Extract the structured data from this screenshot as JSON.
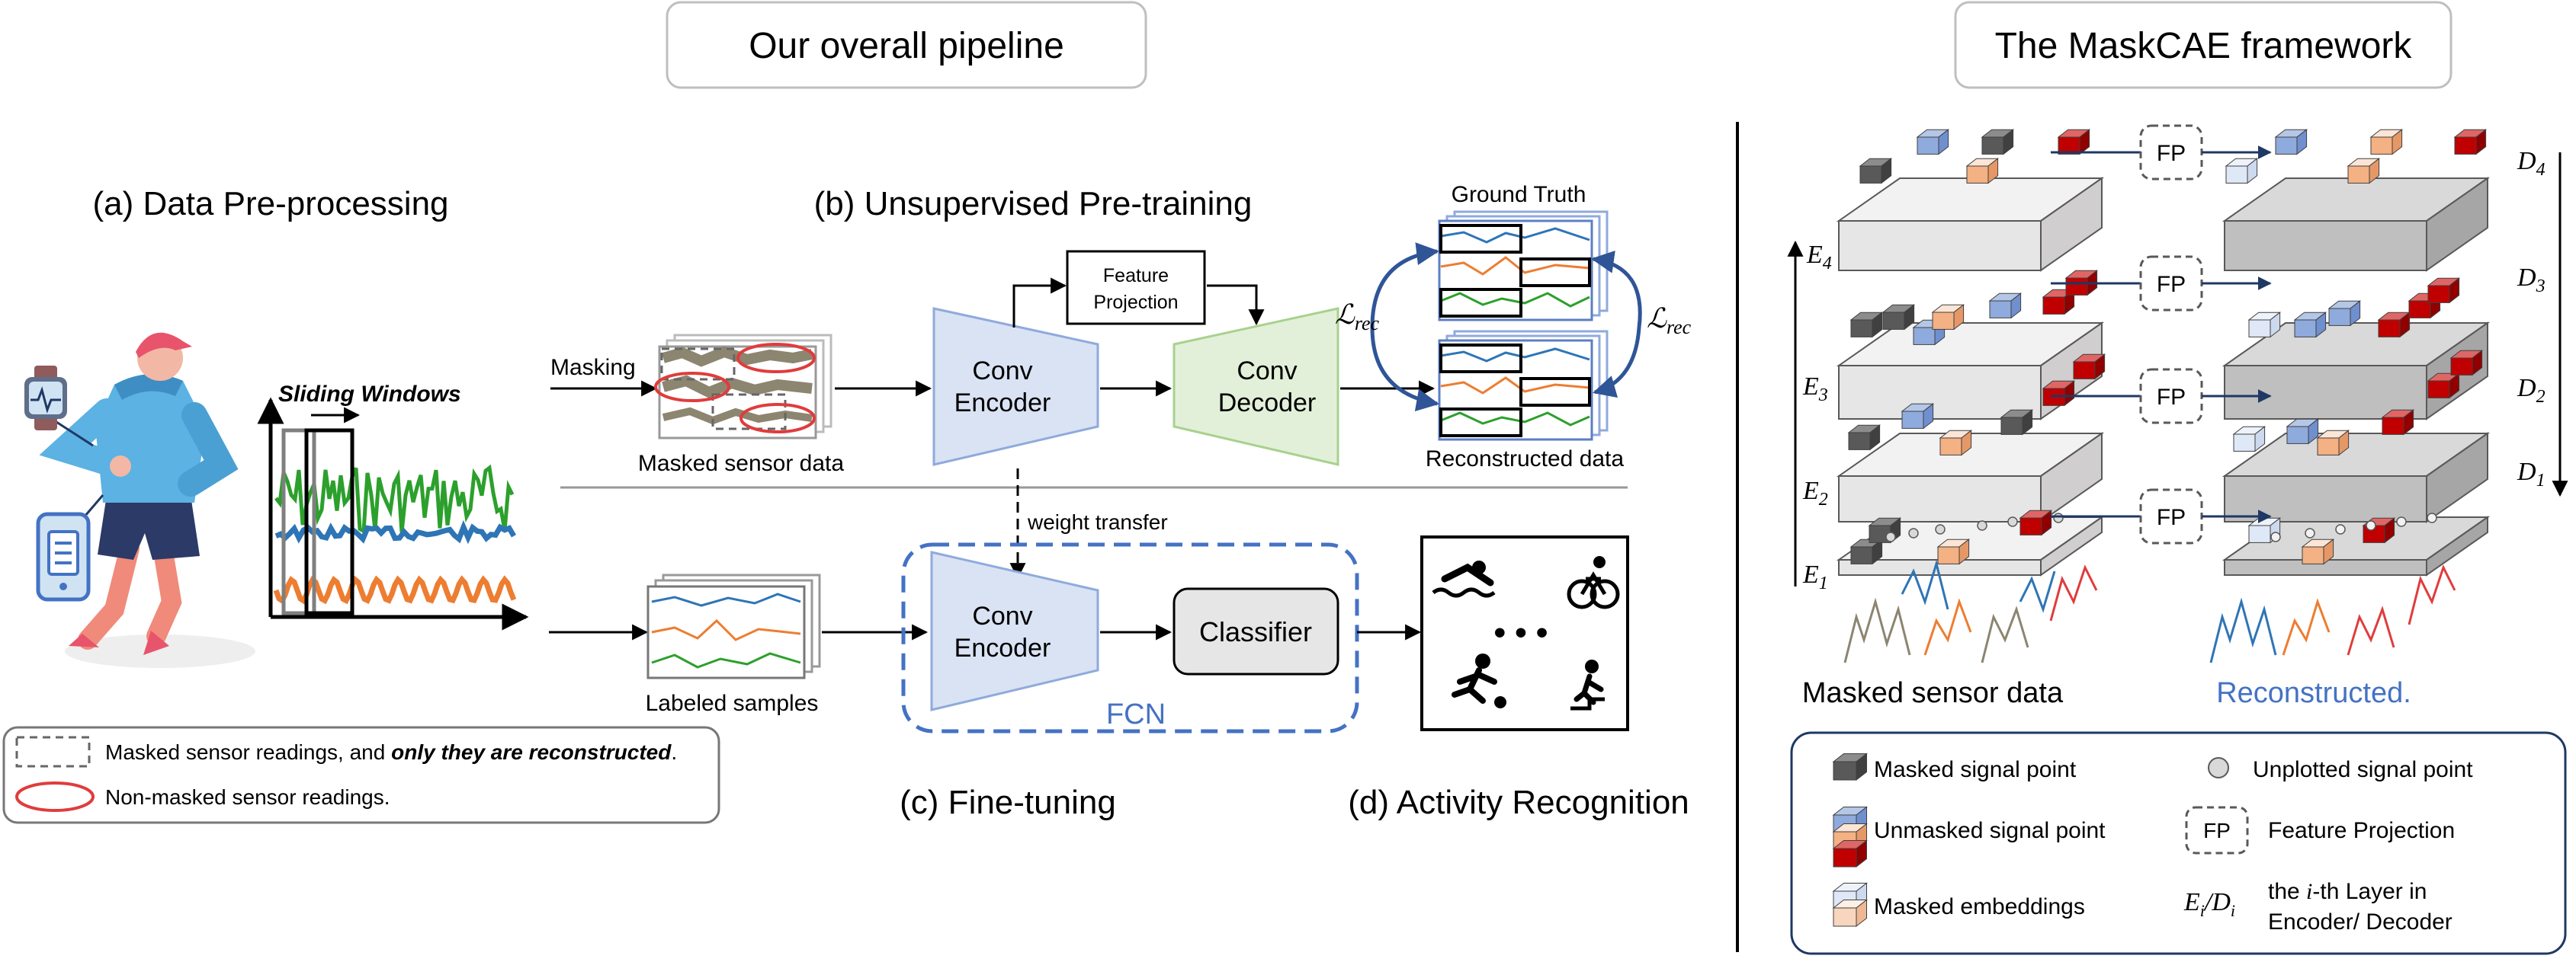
{
  "titles": {
    "pipeline": "Our overall pipeline",
    "framework": "The MaskCAE framework"
  },
  "sections": {
    "preprocessing": "(a) Data Pre-processing",
    "pretraining": "(b) Unsupervised Pre-training",
    "finetuning": "(c) Fine-tuning",
    "recognition": "(d) Activity Recognition"
  },
  "preprocessing": {
    "sliding_windows": "Sliding Windows"
  },
  "pretraining": {
    "masking": "Masking",
    "masked_sensor_data": "Masked sensor data",
    "encoder_line1": "Conv",
    "encoder_line2": "Encoder",
    "decoder_line1": "Conv",
    "decoder_line2": "Decoder",
    "feature_projection_line1": "Feature",
    "feature_projection_line2": "Projection",
    "ground_truth": "Ground Truth",
    "reconstructed_data": "Reconstructed data",
    "loss_left_main": "ℒ",
    "loss_left_sub": "rec",
    "loss_right_main": "ℒ",
    "loss_right_sub": "rec",
    "weight_transfer": "weight transfer"
  },
  "finetuning": {
    "labeled_samples": "Labeled samples",
    "encoder_line1": "Conv",
    "encoder_line2": "Encoder",
    "classifier": "Classifier",
    "fcn": "FCN"
  },
  "recognition": {
    "ellipsis": "• • •"
  },
  "legend_left": {
    "masked_readings_prefix": "Masked sensor readings, and ",
    "masked_readings_emph": "only they are reconstructed",
    "masked_readings_suffix": ".",
    "nonmasked_readings": "Non-masked sensor readings."
  },
  "maskcae": {
    "fp_label": "FP",
    "encoder_layers": [
      {
        "main": "E",
        "sub": "4"
      },
      {
        "main": "E",
        "sub": "3"
      },
      {
        "main": "E",
        "sub": "2"
      },
      {
        "main": "E",
        "sub": "1"
      }
    ],
    "decoder_layers": [
      {
        "main": "D",
        "sub": "4"
      },
      {
        "main": "D",
        "sub": "3"
      },
      {
        "main": "D",
        "sub": "2"
      },
      {
        "main": "D",
        "sub": "1"
      }
    ],
    "masked_sensor_data": "Masked sensor data",
    "reconstructed": "Reconstructed."
  },
  "legend_right": {
    "masked_signal_point": "Masked signal point",
    "unplotted_signal_point": "Unplotted signal point",
    "unmasked_signal_point": "Unmasked signal point",
    "fp_label": "FP",
    "feature_projection": "Feature Projection",
    "masked_embeddings": "Masked embeddings",
    "layer_main_e": "E",
    "layer_sub_e": "i",
    "layer_slash": "/",
    "layer_main_d": "D",
    "layer_sub_d": "i",
    "layer_desc_line1_prefix": "the ",
    "layer_desc_line1_var": "i",
    "layer_desc_line1_suffix": "-th Layer in",
    "layer_desc_line2": "Encoder/ Decoder"
  },
  "colors": {
    "encoder_fill": "#dae3f3",
    "encoder_stroke": "#8faadc",
    "decoder_fill": "#e2f0d9",
    "decoder_stroke": "#a9d18e",
    "fcn_border": "#4472c4",
    "arrow_dark": "#1f3864",
    "masked_red": "#e03c3c",
    "signal_blue": "#2e75b6",
    "signal_orange": "#ed7d31",
    "signal_green": "#2ca02c",
    "reconstructed_text": "#4472c4"
  }
}
